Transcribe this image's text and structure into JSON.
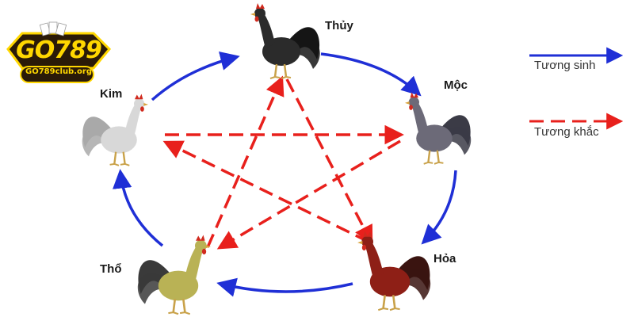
{
  "logo": {
    "title": "GO789",
    "subtitle": "GO789club.org"
  },
  "elements": {
    "thuy": "Thủy",
    "moc": "Mộc",
    "hoa": "Hỏa",
    "tho": "Thổ",
    "kim": "Kim"
  },
  "legend": {
    "tuong_sinh": "Tương sinh",
    "tuong_khac": "Tương khắc"
  },
  "colors": {
    "sinh_arrow": "#1f2fd6",
    "khac_arrow": "#e8201c",
    "logo_gold": "#ffd700",
    "logo_dark": "#2a1a08"
  },
  "roosters": {
    "thuy": {
      "body": "#2b2b2b",
      "tail": "#151515",
      "comb": "#d12a1e"
    },
    "moc": {
      "body": "#6c6a78",
      "tail": "#3b3b46",
      "comb": "#d12a1e"
    },
    "hoa": {
      "body": "#8e1f16",
      "tail": "#3a1410",
      "comb": "#d12a1e"
    },
    "tho": {
      "body": "#b9b255",
      "tail": "#3a3a3a",
      "comb": "#d12a1e"
    },
    "kim": {
      "body": "#d8d8d8",
      "tail": "#a9a9a9",
      "comb": "#d12a1e"
    }
  }
}
